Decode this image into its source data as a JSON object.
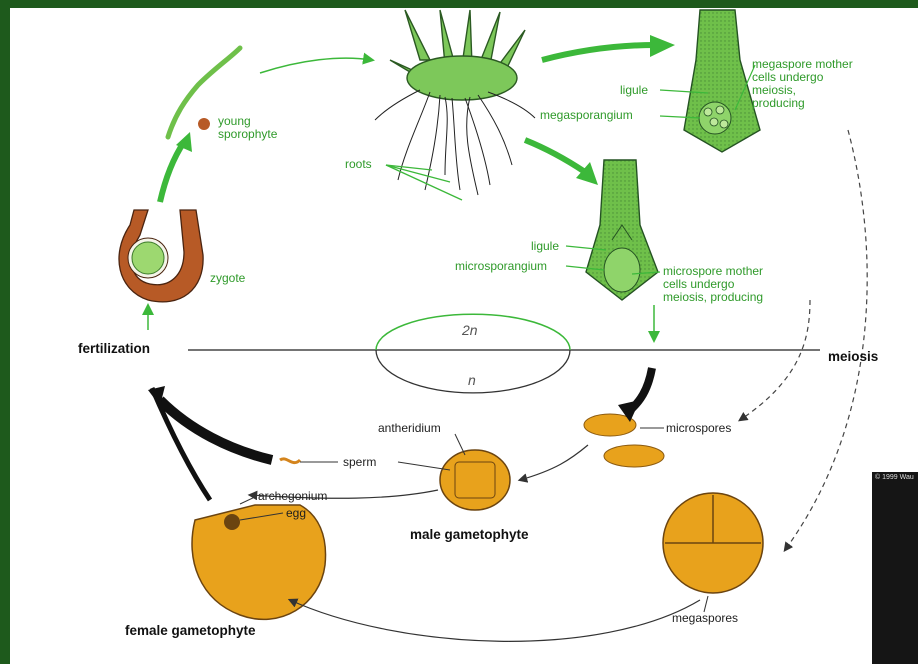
{
  "labels": {
    "young_sporophyte": "young\nsporophyte",
    "roots": "roots",
    "zygote": "zygote",
    "fertilization": "fertilization",
    "ligule_top": "ligule",
    "megasporangium": "megasporangium",
    "megaspore_mother": "megaspore mother\ncells undergo\nmeiosis,\nproducing",
    "ligule_mid": "ligule",
    "microsporangium": "microsporangium",
    "microspore_mother": "microspore mother\ncells undergo\nmeiosis, producing",
    "diploid": "2n",
    "haploid": "n",
    "meiosis": "meiosis",
    "microspores": "microspores",
    "antheridium": "antheridium",
    "sperm": "sperm",
    "archegonium": "archegonium",
    "egg": "egg",
    "male_gametophyte": "male gametophyte",
    "megaspores": "megaspores",
    "female_gametophyte": "female gametophyte",
    "photo_credit": "© 1999 Wau"
  },
  "colors": {
    "background": "#1e5a1c",
    "panel": "#ffffff",
    "sporophyte_green": "#6fc04a",
    "label_green": "#2f9a2a",
    "spore_orange": "#e8a21c",
    "arrow_green": "#3cb83a",
    "arrow_black": "#111111"
  }
}
